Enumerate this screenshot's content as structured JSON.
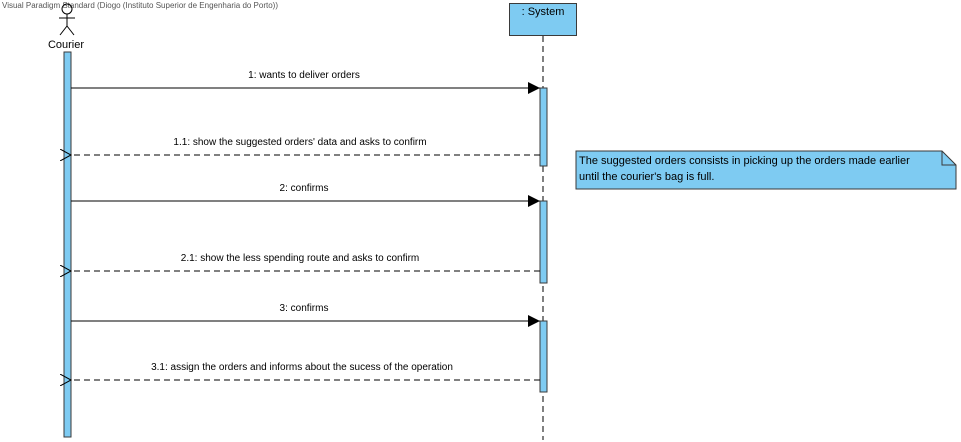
{
  "watermark": "Visual Paradigm Standard (Diogo (Instituto Superior de Engenharia do Porto))",
  "actor": {
    "name": "Courier"
  },
  "system": {
    "name": ": System"
  },
  "messages": [
    {
      "id": "m1",
      "text": "1: wants to deliver orders"
    },
    {
      "id": "m11",
      "text": "1.1: show the suggested orders' data and asks to confirm"
    },
    {
      "id": "m2",
      "text": "2: confirms"
    },
    {
      "id": "m21",
      "text": "2.1: show the less spending route and asks to confirm"
    },
    {
      "id": "m3",
      "text": "3: confirms"
    },
    {
      "id": "m31",
      "text": "3.1: assign the orders and informs about the sucess of the operation"
    }
  ],
  "note": {
    "line1": "The suggested orders consists in picking up the orders made earlier",
    "line2": "until the courier's bag is full."
  },
  "colors": {
    "fill": "#7ecbf2",
    "stroke": "#3a3a3a"
  }
}
